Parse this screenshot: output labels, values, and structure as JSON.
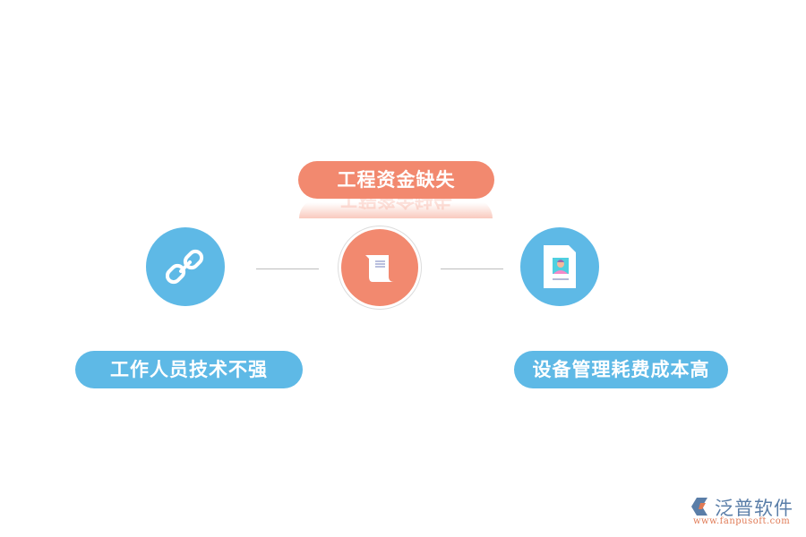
{
  "diagram": {
    "top_item": {
      "label": "工程资金缺失",
      "color": "#f2896f",
      "icon": "scroll-document-icon"
    },
    "left_item": {
      "label": "工作人员技术不强",
      "color": "#5eb9e6",
      "icon": "chain-link-icon"
    },
    "right_item": {
      "label": "设备管理耗费成本高",
      "color": "#5eb9e6",
      "icon": "profile-card-icon"
    }
  },
  "logo": {
    "name": "泛普软件",
    "url": "www.fanpusoft.com"
  }
}
